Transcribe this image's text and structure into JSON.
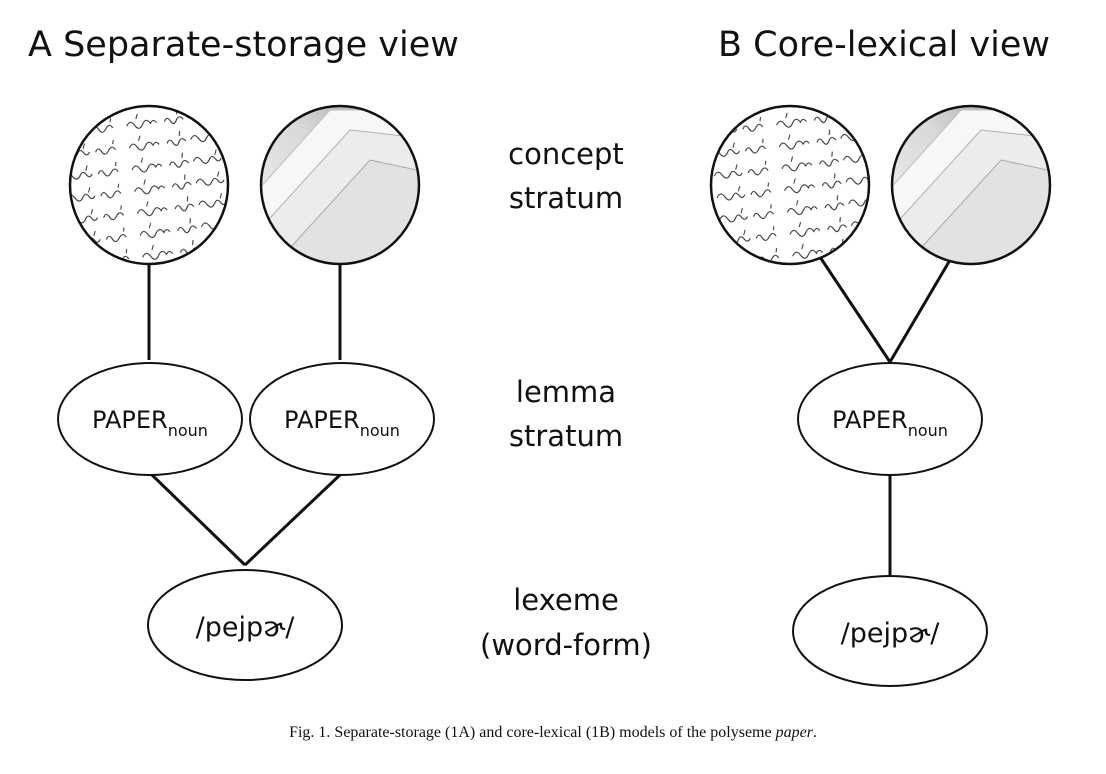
{
  "panel_a": {
    "title": "A Separate-storage view",
    "lemma_1": {
      "main": "PAPER",
      "sub": "noun"
    },
    "lemma_2": {
      "main": "PAPER",
      "sub": "noun"
    },
    "lexeme": "/pejpɚ/",
    "concepts": [
      {
        "icon": "handwritten-document-image"
      },
      {
        "icon": "paper-stack-image"
      }
    ]
  },
  "panel_b": {
    "title": "B  Core-lexical view",
    "lemma": {
      "main": "PAPER",
      "sub": "noun"
    },
    "lexeme": "/pejpɚ/",
    "concepts": [
      {
        "icon": "handwritten-document-image"
      },
      {
        "icon": "paper-stack-image"
      }
    ]
  },
  "strata": {
    "concept_line1": "concept",
    "concept_line2": "stratum",
    "lemma_line1": "lemma",
    "lemma_line2": "stratum",
    "lexeme_line1": "lexeme",
    "lexeme_line2": "(word-form)"
  },
  "caption": {
    "prefix": "Fig. 1.  Separate-storage (1A) and core-lexical (1B) models of the polyseme ",
    "term": "paper",
    "suffix": "."
  }
}
